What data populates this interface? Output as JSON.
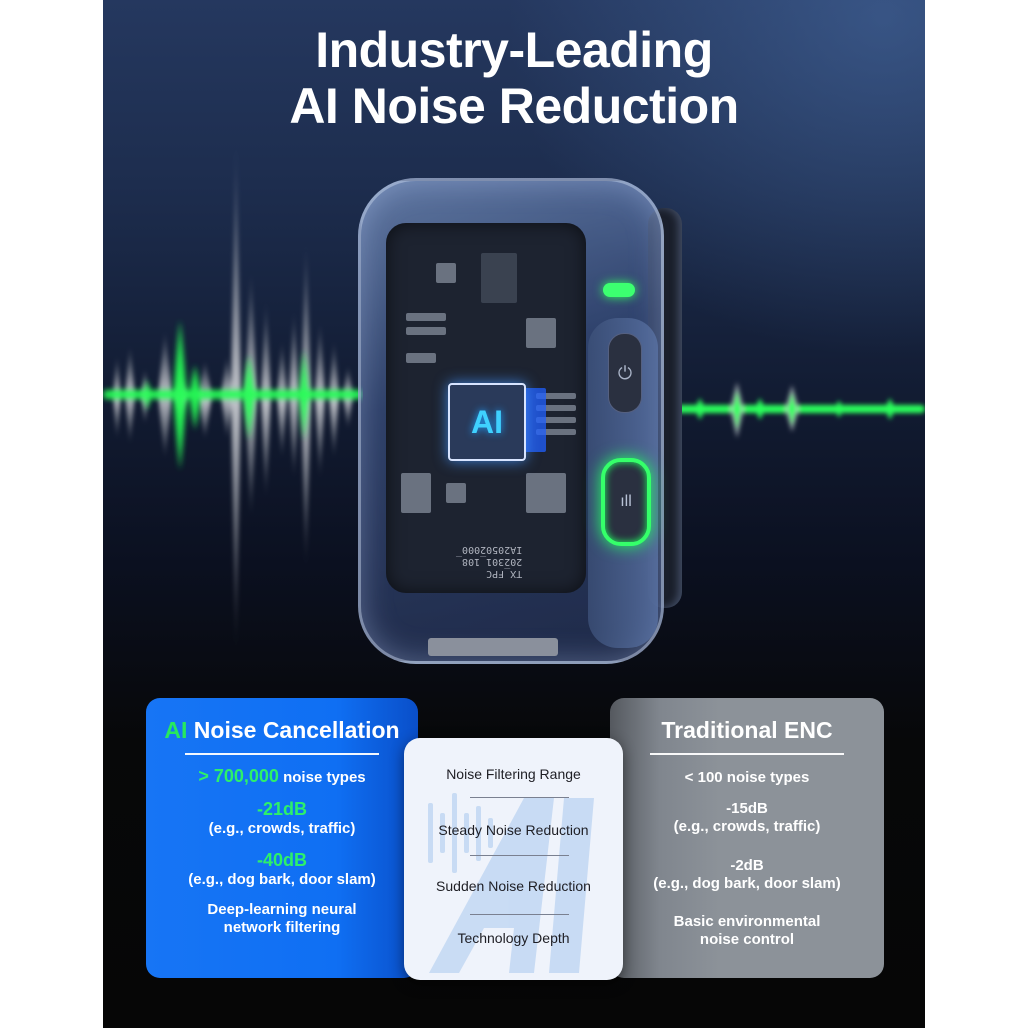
{
  "headline": {
    "line1": "Industry-Leading",
    "line2": "AI Noise Reduction"
  },
  "device": {
    "chip_label": "AI",
    "pcb_text_lines": [
      "TX_FPC",
      "202301_108_",
      "IA20502000"
    ],
    "buttons": [
      {
        "name": "power",
        "icon": "power-icon",
        "glyph": "⏻"
      },
      {
        "name": "noise-reduction",
        "icon": "sound-wave-icon",
        "glyph": "ıll",
        "state": "active",
        "glow_color": "#35ff6a"
      }
    ],
    "status_led_color": "#3cff70"
  },
  "colors": {
    "accent_green": "#2df06a",
    "ai_card_blue": "#1775f5",
    "traditional_card_grey": "#8c9299",
    "middle_card_bg": "#eff3fb"
  },
  "comparison": {
    "ai_card": {
      "title_prefix": "AI",
      "title_rest": " Noise Cancellation",
      "noise_types_value": "> 700,000",
      "noise_types_label": " noise types",
      "steady_value": "-21dB",
      "steady_example": "(e.g., crowds, traffic)",
      "sudden_value": "-40dB",
      "sudden_example": "(e.g., dog bark, door slam)",
      "tech_line1": "Deep-learning neural",
      "tech_line2": "network filtering"
    },
    "criteria": {
      "items": [
        "Noise Filtering Range",
        "Steady Noise Reduction",
        "Sudden Noise Reduction",
        "Technology Depth"
      ],
      "watermark": "AI"
    },
    "traditional_card": {
      "title": "Traditional ENC",
      "noise_types": "< 100 noise types",
      "steady_value": "-15dB",
      "steady_example": "(e.g., crowds, traffic)",
      "sudden_value": "-2dB",
      "sudden_example": "(e.g., dog bark, door slam)",
      "tech_line1": "Basic environmental",
      "tech_line2": "noise control"
    }
  }
}
